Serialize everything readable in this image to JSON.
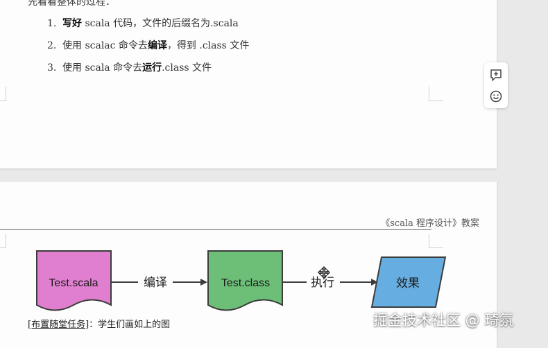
{
  "intro_text": "先看看整体的过程：",
  "steps": [
    {
      "num": "1.",
      "bold": "写好",
      "rest": " scala 代码，文件的后缀名为.scala"
    },
    {
      "num": "2.",
      "pre": "使用 scalac 命令去",
      "bold": "编译",
      "rest": "，得到 .class 文件"
    },
    {
      "num": "3.",
      "pre": "使用 scala 命令去",
      "bold": "运行",
      "rest": ".class 文件"
    }
  ],
  "page_header": "《scala 程序设计》教案",
  "diagram": {
    "node1": "Test.scala",
    "edge1": "编译",
    "node2": "Test.class",
    "edge2": "执行",
    "node3": "效果",
    "colors": {
      "node1": "#e07fd0",
      "node2": "#6dbf78",
      "node3": "#66aee2",
      "stroke": "#3c3c3c"
    }
  },
  "task": {
    "tag": "[布置随堂任务]",
    "text": "：学生们画如上的图"
  },
  "watermark": "掘金技术社区 @ 琦氛",
  "toolbar": {
    "icons": [
      "comment-add-icon",
      "emoji-icon"
    ]
  }
}
